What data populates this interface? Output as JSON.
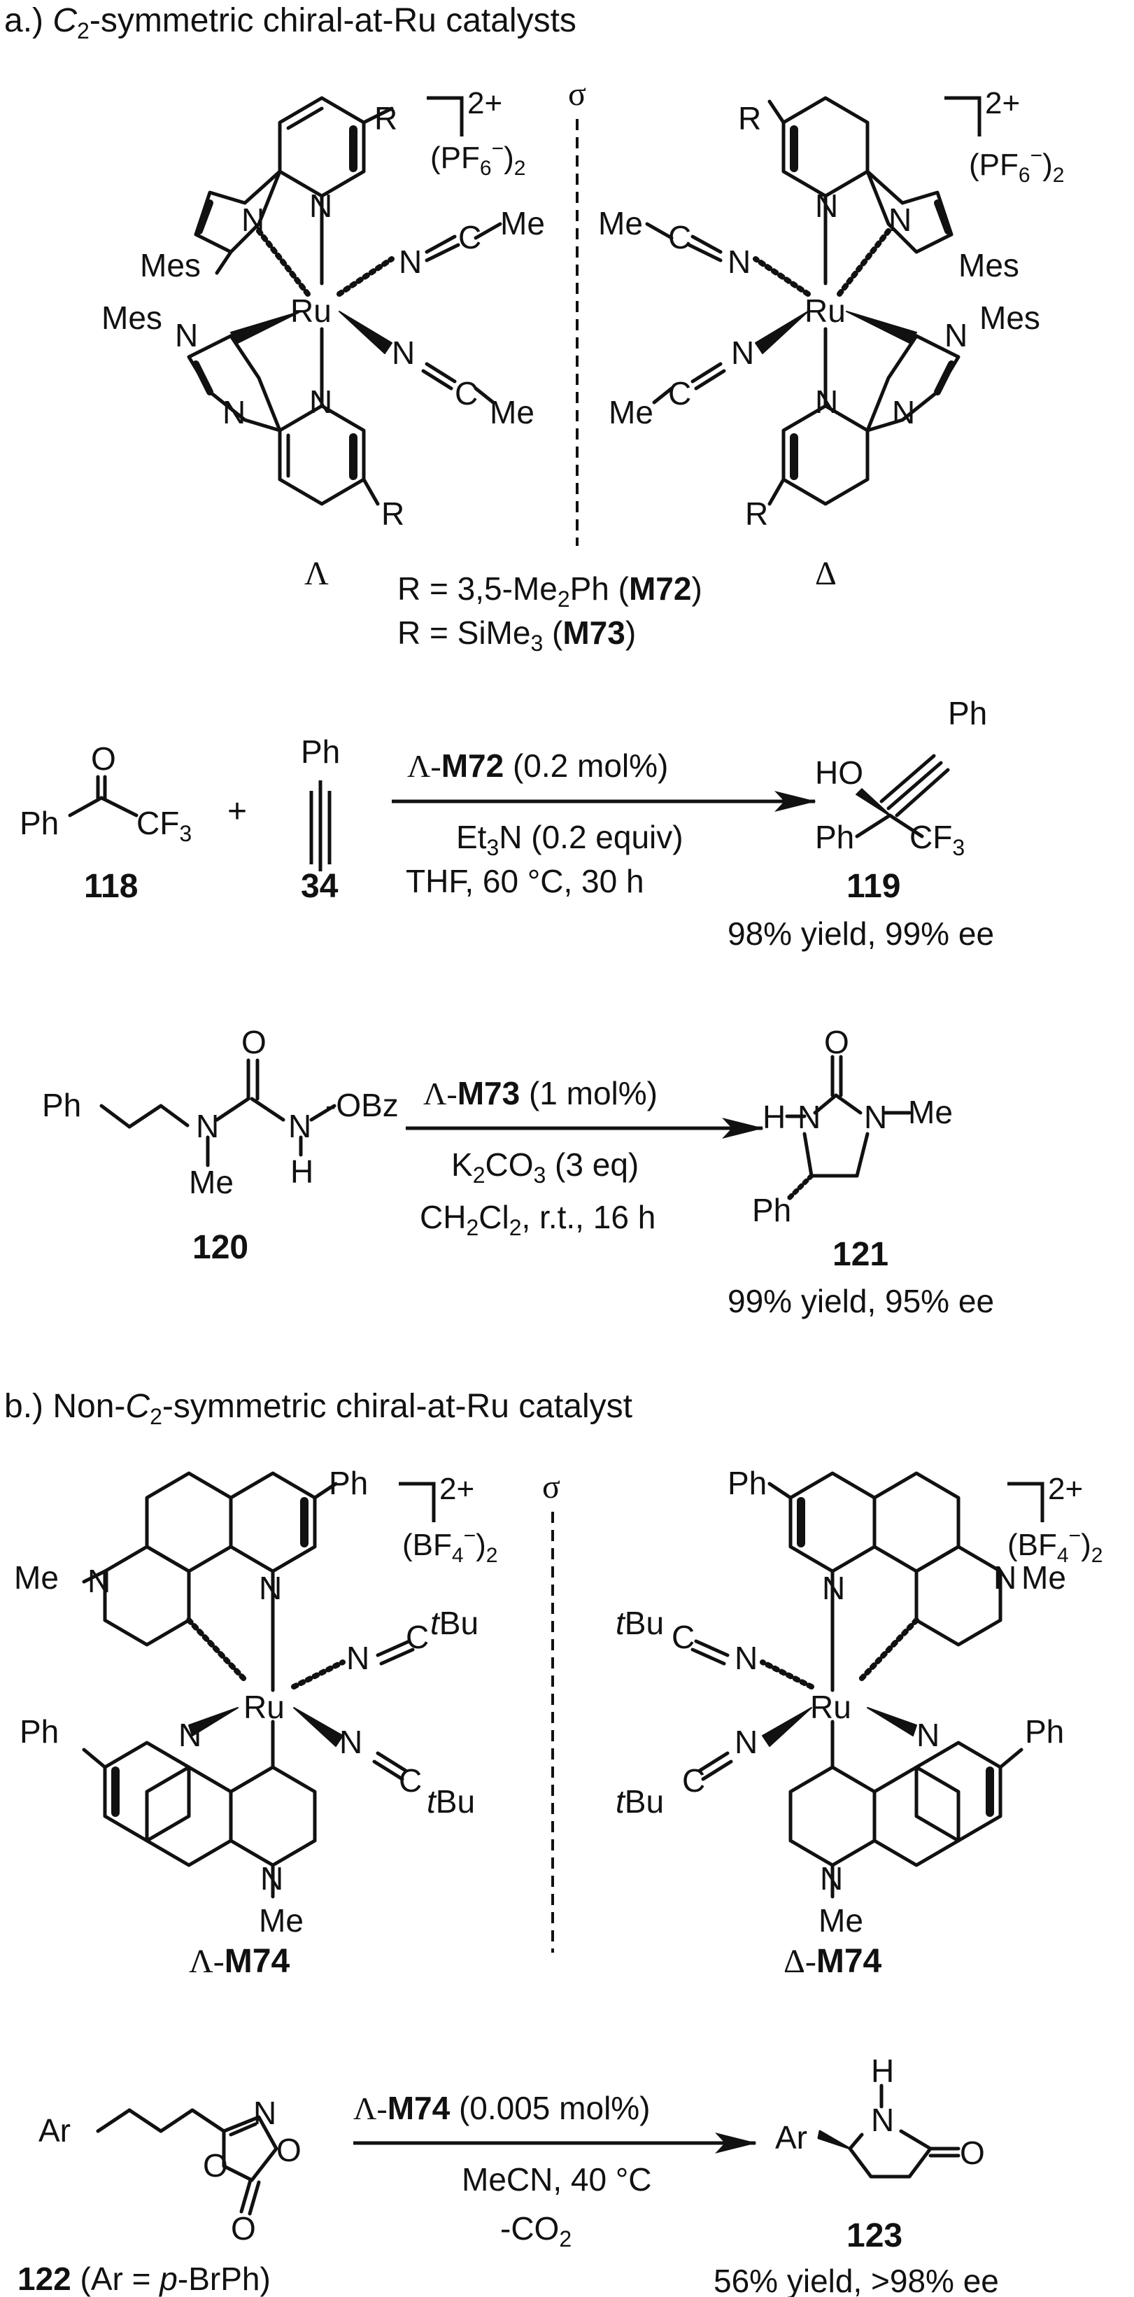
{
  "section_a": {
    "prefix": "a.) ",
    "c2": "C",
    "c2_sub": "2",
    "suffix": "-symmetric chiral-at-Ru catalysts"
  },
  "section_b": {
    "prefix": "b.) Non-",
    "c2": "C",
    "c2_sub": "2",
    "suffix": "-symmetric chiral-at-Ru catalyst"
  },
  "sigma": "σ",
  "m72_73": {
    "lambda": "Λ",
    "delta": "Δ",
    "charge": "2+",
    "counterion": "(PF",
    "counterion_sub": "6",
    "counterion_sup": "−",
    "counterion_tail": ")",
    "counterion_n": "2",
    "r_label": "R",
    "ru": "Ru",
    "mes": "Mes",
    "n": "N",
    "ligand_me": "Me",
    "ligand_c": "C",
    "r_def1_pre": "R = 3,5-Me",
    "r_def1_sub": "2",
    "r_def1_mid": "Ph (",
    "r_def1_cat": "M72",
    "r_def1_end": ")",
    "r_def2_pre": "R = SiMe",
    "r_def2_sub": "3",
    "r_def2_mid": " (",
    "r_def2_cat": "M73",
    "r_def2_end": ")"
  },
  "rxn1": {
    "ketone_o": "O",
    "ketone_ph": "Ph",
    "ketone_cf3": "CF",
    "ketone_cf3_sub": "3",
    "ketone_id": "118",
    "plus": "+",
    "alkyne_ph": "Ph",
    "alkyne_id": "34",
    "cat_pre": "Λ-",
    "cat": "M72",
    "cat_load": " (0.2 mol%)",
    "cond1_pre": "Et",
    "cond1_sub": "3",
    "cond1_post": "N (0.2 equiv)",
    "cond2": "THF,  60 °C, 30 h",
    "prod_ph_top": "Ph",
    "prod_ho": "HO",
    "prod_ph": "Ph",
    "prod_cf3": "CF",
    "prod_cf3_sub": "3",
    "prod_id": "119",
    "result": "98% yield, 99% ee"
  },
  "rxn2": {
    "sub_ph": "Ph",
    "sub_n": "N",
    "sub_me": "Me",
    "sub_o": "O",
    "sub_nh_n": "N",
    "sub_nh_h": "H",
    "sub_obz": "OBz",
    "sub_id": "120",
    "cat_pre": "Λ-",
    "cat": "M73",
    "cat_load": " (1 mol%)",
    "cond1_pre": "K",
    "cond1_sub": "2",
    "cond1_mid": "CO",
    "cond1_sub2": "3",
    "cond1_post": " (3 eq)",
    "cond2_pre": "CH",
    "cond2_sub": "2",
    "cond2_mid": "Cl",
    "cond2_sub2": "2",
    "cond2_post": ", r.t., 16 h",
    "prod_o": "O",
    "prod_h": "H",
    "prod_n1": "N",
    "prod_n2": "N",
    "prod_me": "Me",
    "prod_ph": "Ph",
    "prod_id": "121",
    "result": "99% yield, 95% ee"
  },
  "m74": {
    "charge": "2+",
    "counterion": "(BF",
    "counterion_sub": "4",
    "counterion_sup": "−",
    "counterion_tail": ")",
    "counterion_n": "2",
    "ph": "Ph",
    "me": "Me",
    "n": "N",
    "ru": "Ru",
    "tbu_t": "t",
    "tbu": "Bu",
    "c": "C",
    "lambda_pre": "Λ-",
    "delta_pre": "Δ-",
    "cat": "M74"
  },
  "rxn3": {
    "sub_ar": "Ar",
    "sub_n": "N",
    "sub_o1": "O",
    "sub_o2": "O",
    "sub_o3": "O",
    "sub_id": "122",
    "sub_note_pre": " (Ar = ",
    "sub_note_p": "p",
    "sub_note_post": "-BrPh)",
    "cat_pre": "Λ-",
    "cat": "M74",
    "cat_load": " (0.005 mol%)",
    "cond1": "MeCN, 40 °C",
    "cond2_pre": "-CO",
    "cond2_sub": "2",
    "prod_h": "H",
    "prod_n": "N",
    "prod_ar": "Ar",
    "prod_o": "O",
    "prod_id": "123",
    "result": "56% yield, >98% ee"
  }
}
